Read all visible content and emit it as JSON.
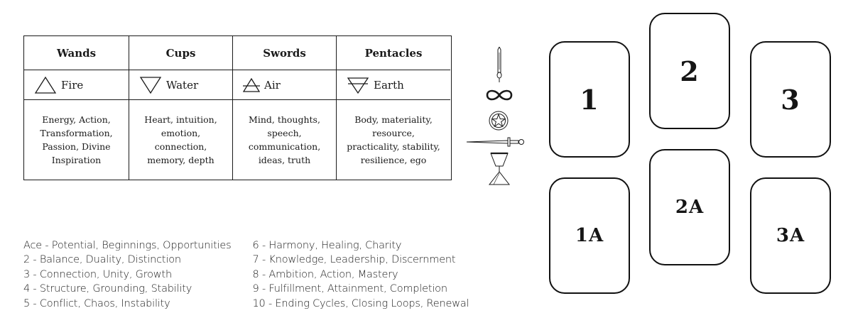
{
  "suits": [
    {
      "name": "Wands",
      "element": "Fire",
      "element_icon": "fire-triangle-icon",
      "description": "Energy, Action,\nTransformation,\nPassion, Divine\nInspiration"
    },
    {
      "name": "Cups",
      "element": "Water",
      "element_icon": "water-triangle-icon",
      "description": "Heart, intuition,\nemotion,\nconnection,\nmemory, depth"
    },
    {
      "name": "Swords",
      "element": "Air",
      "element_icon": "air-triangle-icon",
      "description": "Mind, thoughts,\nspeech,\ncommunication,\nideas, truth"
    },
    {
      "name": "Pentacles",
      "element": "Earth",
      "element_icon": "earth-triangle-icon",
      "description": "Body, materiality,\nresource,\npracticality, stability,\nresilience, ego"
    }
  ],
  "meanings": {
    "left": [
      "Ace - Potential, Beginnings, Opportunities",
      "2 - Balance, Duality, Distinction",
      "3 - Connection, Unity, Growth",
      "4 - Structure, Grounding, Stability",
      "5 - Conflict, Chaos, Instability"
    ],
    "right": [
      "6 - Harmony, Healing, Charity",
      "7 - Knowledge, Leadership, Discernment",
      "8 - Ambition, Action, Mastery",
      "9 - Fulfillment, Attainment, Completion",
      "10 - Ending Cycles, Closing Loops, Renewal"
    ]
  },
  "tools": [
    "wand-icon",
    "infinity-icon",
    "pentacle-icon",
    "sword-icon",
    "chalice-icon"
  ],
  "cards": {
    "c1": "1",
    "c2": "2",
    "c3": "3",
    "c1a": "1A",
    "c2a": "2A",
    "c3a": "3A"
  }
}
